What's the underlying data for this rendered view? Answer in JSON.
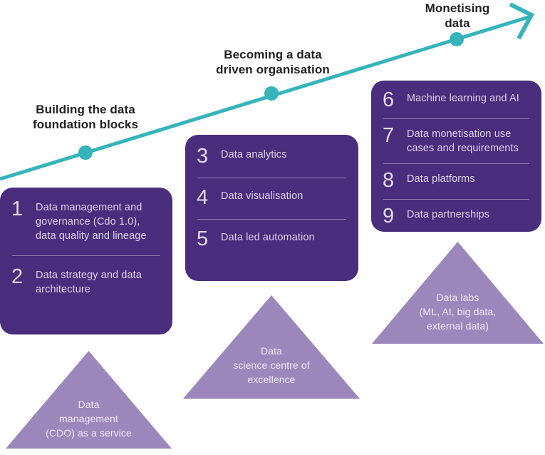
{
  "stages": [
    {
      "label": "Building the data\nfoundation blocks"
    },
    {
      "label": "Becoming a data\ndriven organisation"
    },
    {
      "label": "Monetising\ndata"
    }
  ],
  "boxes": [
    {
      "items": [
        {
          "num": "1",
          "text": "Data management and governance (Cdo 1.0), data quality and lineage"
        },
        {
          "num": "2",
          "text": "Data strategy and data architecture"
        }
      ]
    },
    {
      "items": [
        {
          "num": "3",
          "text": "Data analytics"
        },
        {
          "num": "4",
          "text": "Data visualisation"
        },
        {
          "num": "5",
          "text": "Data led automation"
        }
      ]
    },
    {
      "items": [
        {
          "num": "6",
          "text": "Machine learning and AI"
        },
        {
          "num": "7",
          "text": "Data monetisation use cases and requirements"
        },
        {
          "num": "8",
          "text": "Data platforms"
        },
        {
          "num": "9",
          "text": "Data partnerships"
        }
      ]
    }
  ],
  "triangles": [
    {
      "label": "Data\nmanagement\n(CDO) as a service"
    },
    {
      "label": "Data\nscience centre of\nexcellence"
    },
    {
      "label": "Data labs\n(ML, AI, big data,\nexternal data)"
    }
  ],
  "colors": {
    "arrow_teal": "#35B4BC",
    "box_purple": "#4A2D7C",
    "triangle_purple": "#9C87BD",
    "label_black": "#232021",
    "box_text": "#DCD3EB"
  }
}
